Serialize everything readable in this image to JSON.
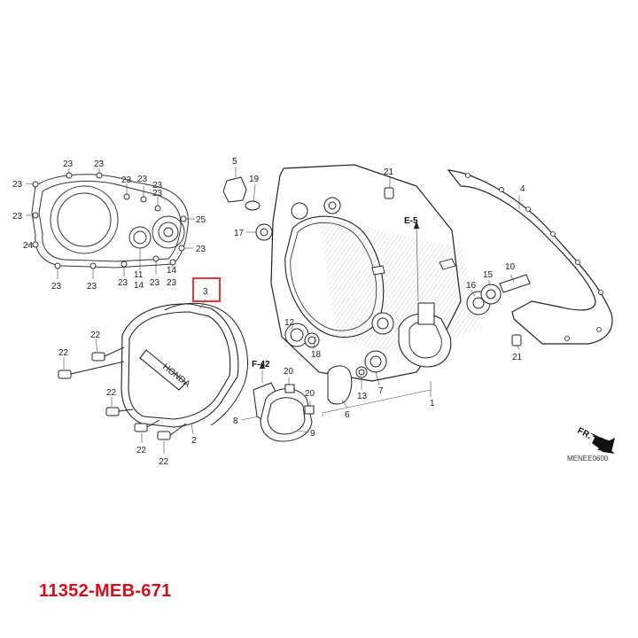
{
  "diagram": {
    "highlight_color": "#e2393f",
    "part_number_color": "#d0111a",
    "direction_label": "FR.",
    "diagram_code": "MENEE0600",
    "refs": [
      {
        "id": "e5",
        "text": "E-5"
      },
      {
        "id": "f42",
        "text": "F-42"
      }
    ],
    "labels": [
      {
        "id": "l23a",
        "text": "23"
      },
      {
        "id": "l23b",
        "text": "23"
      },
      {
        "id": "l23c",
        "text": "23"
      },
      {
        "id": "l23d",
        "text": "23"
      },
      {
        "id": "l23e",
        "text": "23"
      },
      {
        "id": "l23f",
        "text": "23"
      },
      {
        "id": "l23g",
        "text": "23"
      },
      {
        "id": "l23h",
        "text": "23"
      },
      {
        "id": "l23i",
        "text": "23"
      },
      {
        "id": "l23j",
        "text": "23"
      },
      {
        "id": "l23k",
        "text": "23"
      },
      {
        "id": "l23l",
        "text": "23"
      },
      {
        "id": "l23m",
        "text": "23"
      },
      {
        "id": "l23n",
        "text": "23"
      },
      {
        "id": "l24",
        "text": "24"
      },
      {
        "id": "l25",
        "text": "25"
      },
      {
        "id": "l11",
        "text": "11"
      },
      {
        "id": "l14a",
        "text": "14"
      },
      {
        "id": "l14b",
        "text": "14"
      },
      {
        "id": "l5",
        "text": "5"
      },
      {
        "id": "l19",
        "text": "19"
      },
      {
        "id": "l17",
        "text": "17"
      },
      {
        "id": "l21a",
        "text": "21"
      },
      {
        "id": "l21b",
        "text": "21"
      },
      {
        "id": "l4",
        "text": "4"
      },
      {
        "id": "l10",
        "text": "10"
      },
      {
        "id": "l15",
        "text": "15"
      },
      {
        "id": "l16",
        "text": "16"
      },
      {
        "id": "l3",
        "text": "3"
      },
      {
        "id": "l22a",
        "text": "22"
      },
      {
        "id": "l22b",
        "text": "22"
      },
      {
        "id": "l22c",
        "text": "22"
      },
      {
        "id": "l22d",
        "text": "22"
      },
      {
        "id": "l22e",
        "text": "22"
      },
      {
        "id": "l2",
        "text": "2"
      },
      {
        "id": "l12",
        "text": "12"
      },
      {
        "id": "l18",
        "text": "18"
      },
      {
        "id": "l20a",
        "text": "20"
      },
      {
        "id": "l20b",
        "text": "20"
      },
      {
        "id": "l8",
        "text": "8"
      },
      {
        "id": "l9",
        "text": "9"
      },
      {
        "id": "l6",
        "text": "6"
      },
      {
        "id": "l13",
        "text": "13"
      },
      {
        "id": "l7",
        "text": "7"
      },
      {
        "id": "l1",
        "text": "1"
      }
    ]
  },
  "part_number": "11352-MEB-671"
}
